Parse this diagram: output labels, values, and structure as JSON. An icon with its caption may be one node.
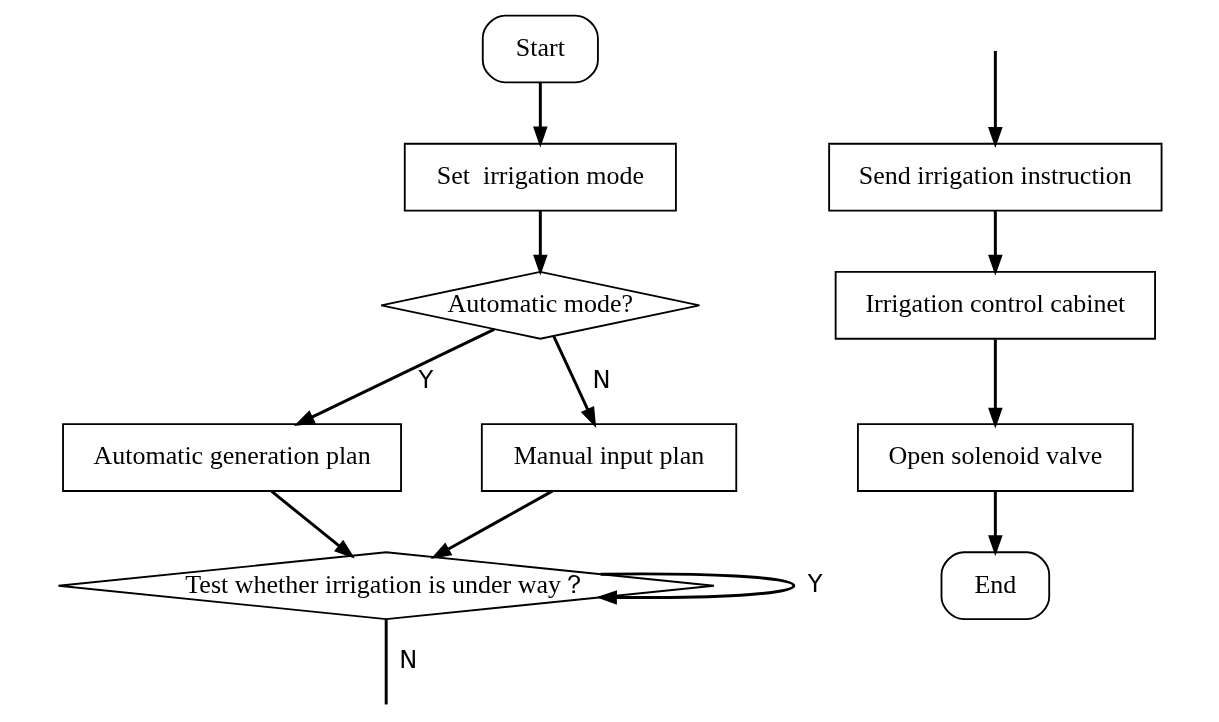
{
  "diagram": {
    "nodes": [
      {
        "text": [
          "Start"
        ]
      },
      {
        "text": [
          "Set  irrigation mode"
        ]
      },
      {
        "text": [
          "Automatic mode?"
        ]
      },
      {
        "text": [
          "Automatic generation plan"
        ]
      },
      {
        "text": [
          "Manual input plan"
        ]
      },
      {
        "text": [
          "Test whether irrigation is under way？"
        ]
      },
      {
        "text": [
          "End"
        ]
      },
      {
        "text": [
          "Open solenoid valve"
        ]
      },
      {
        "text": [
          "Irrigation control cabinet"
        ]
      },
      {
        "text": [
          "Send irrigation instruction"
        ]
      }
    ],
    "edges": [
      {
        "from": 0,
        "to": 1,
        "arrow": "to"
      },
      {
        "from": 1,
        "to": 2,
        "arrow": "to"
      },
      {
        "from": 2,
        "to": 3,
        "arrow": "to",
        "label": "Y"
      },
      {
        "from": 2,
        "to": 4,
        "arrow": "to",
        "label": "N"
      },
      {
        "from": 3,
        "to": 5,
        "arrow": "to"
      },
      {
        "from": 4,
        "to": 5,
        "arrow": "to"
      },
      {
        "from": 5,
        "to": 5,
        "arrow": "to",
        "label": "Y"
      },
      {
        "from": 5,
        "to": null,
        "arrow": "none",
        "label": "N"
      },
      {
        "from": null,
        "to": 9,
        "arrow": "to"
      },
      {
        "from": 9,
        "to": 8,
        "arrow": "to"
      },
      {
        "from": 8,
        "to": 7,
        "arrow": "to"
      },
      {
        "from": 7,
        "to": 6,
        "arrow": "to"
      }
    ]
  }
}
